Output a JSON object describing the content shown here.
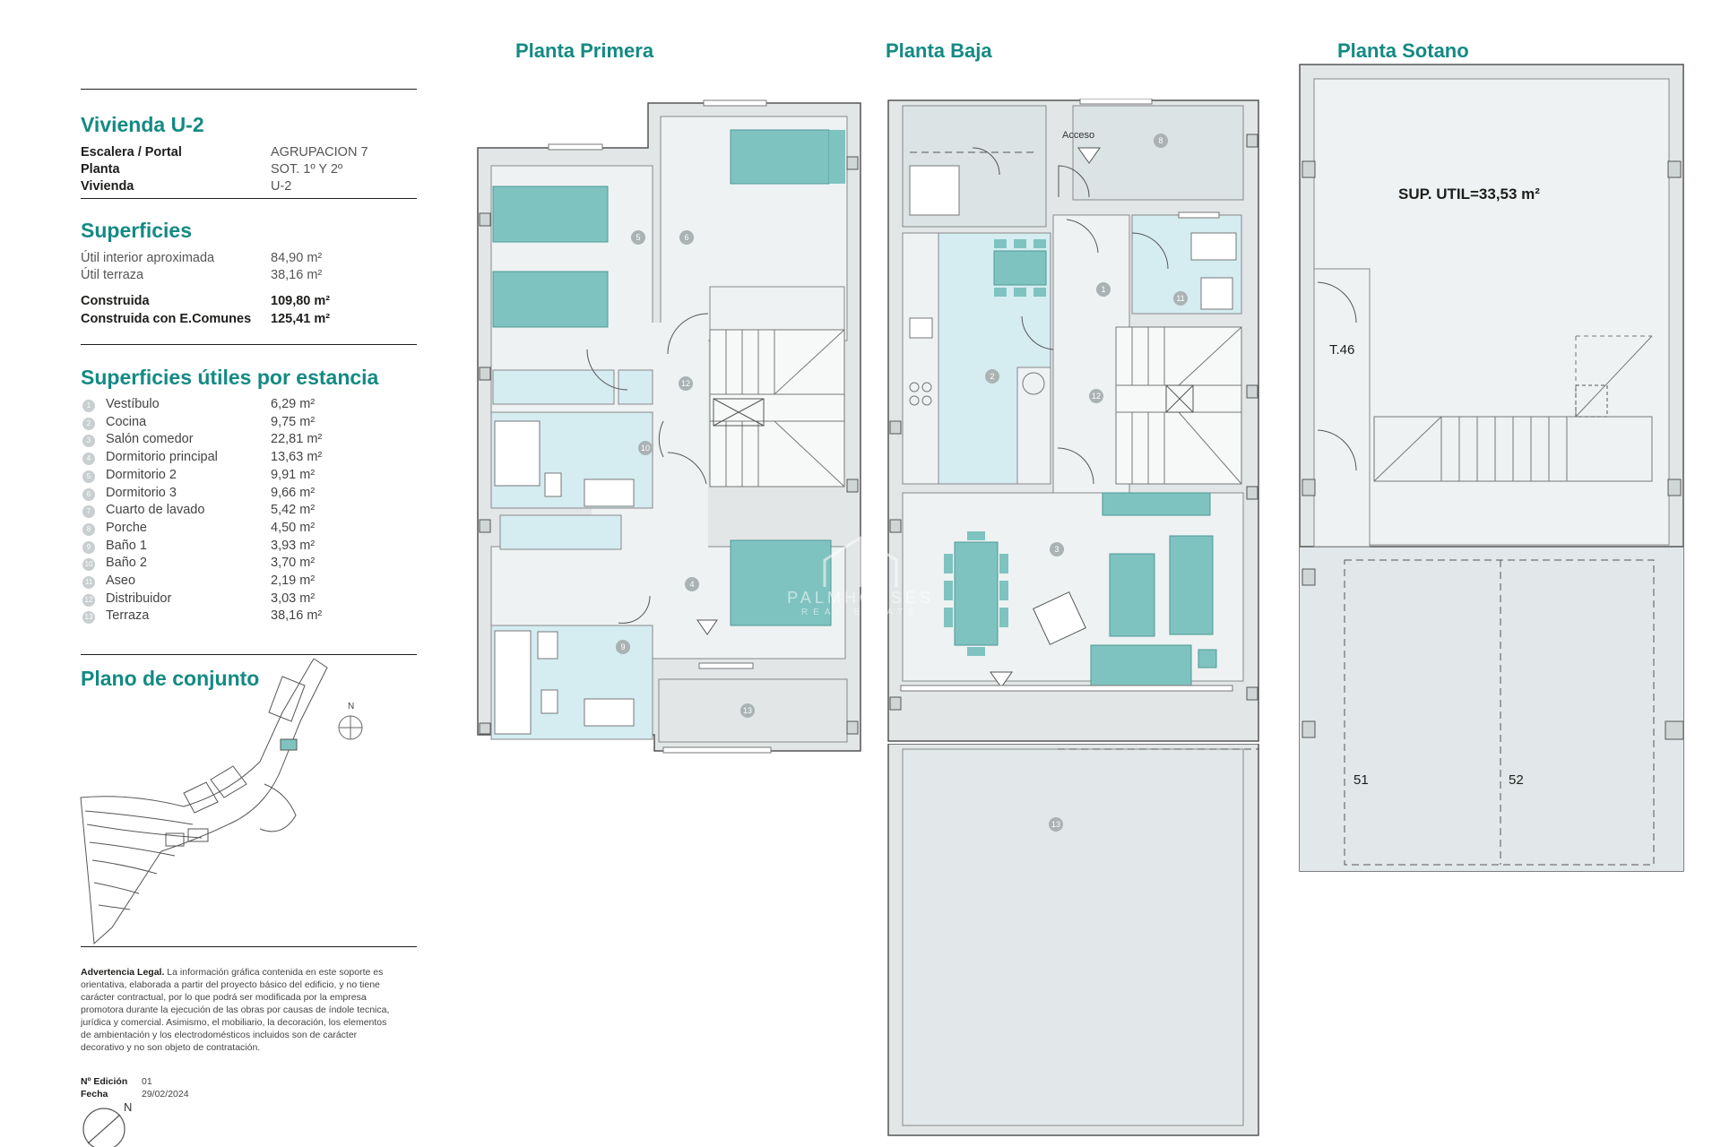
{
  "unit": {
    "title": "Vivienda U-2",
    "rows": [
      {
        "label": "Escalera / Portal",
        "value": "AGRUPACION 7"
      },
      {
        "label": "Planta",
        "value": "SOT. 1º Y 2º"
      },
      {
        "label": "Vivienda",
        "value": "U-2"
      }
    ]
  },
  "superficies": {
    "title": "Superficies",
    "rows": [
      {
        "label": "Útil interior aproximada",
        "value": "84,90 m²"
      },
      {
        "label": "Útil terraza",
        "value": "38,16 m²"
      }
    ],
    "bold_rows": [
      {
        "label": "Construida",
        "value": "109,80 m²"
      },
      {
        "label": "Construida con E.Comunes",
        "value": "125,41 m²"
      }
    ]
  },
  "estancias": {
    "title": "Superficies útiles por estancia",
    "rooms": [
      {
        "num": "1",
        "name": "Vestíbulo",
        "area": "6,29 m²"
      },
      {
        "num": "2",
        "name": "Cocina",
        "area": "9,75 m²"
      },
      {
        "num": "3",
        "name": "Salón comedor",
        "area": "22,81 m²"
      },
      {
        "num": "4",
        "name": "Dormitorio principal",
        "area": "13,63 m²"
      },
      {
        "num": "5",
        "name": "Dormitorio 2",
        "area": "9,91 m²"
      },
      {
        "num": "6",
        "name": "Dormitorio 3",
        "area": "9,66 m²"
      },
      {
        "num": "7",
        "name": "Cuarto de lavado",
        "area": "5,42 m²"
      },
      {
        "num": "8",
        "name": "Porche",
        "area": "4,50 m²"
      },
      {
        "num": "9",
        "name": "Baño 1",
        "area": "3,93 m²"
      },
      {
        "num": "10",
        "name": "Baño 2",
        "area": "3,70 m²"
      },
      {
        "num": "11",
        "name": "Aseo",
        "area": "2,19 m²"
      },
      {
        "num": "12",
        "name": "Distribuidor",
        "area": "3,03 m²"
      },
      {
        "num": "13",
        "name": "Terraza",
        "area": "38,16 m²"
      }
    ]
  },
  "conjunto": {
    "title": "Plano de conjunto",
    "north": "N"
  },
  "legal": {
    "label": "Advertencia Legal.",
    "text": "La información gráfica contenida en este soporte es orientativa, elaborada a partir del proyecto básico del edificio, y no tiene carácter contractual, por lo que podrá ser modificada por la empresa promotora durante la ejecución de las obras por causas de índole tecnica, jurídica y comercial. Asimismo, el mobiliario, la decoración, los elementos de ambientación y los electrodomésticos incluidos son de carácter decorativo y no son objeto de contratación."
  },
  "edition": {
    "label": "Nº Edición",
    "value": "01"
  },
  "date": {
    "label": "Fecha",
    "value": "29/02/2024"
  },
  "compass": {
    "north": "N"
  },
  "plans": {
    "primera": {
      "title": "Planta Primera",
      "labels": [
        "5",
        "6",
        "12",
        "10",
        "4",
        "9",
        "13"
      ]
    },
    "baja": {
      "title": "Planta Baja",
      "access": "Acceso",
      "labels": [
        "8",
        "1",
        "11",
        "2",
        "12",
        "3",
        "13"
      ]
    },
    "sotano": {
      "title": "Planta Sotano",
      "sup_util": "SUP. UTIL=33,53 m²",
      "storage": "T.46",
      "parking": [
        "51",
        "52"
      ]
    }
  },
  "watermark": {
    "brand": "PALMHOUSES",
    "sub": "REAL ESTATE"
  },
  "colors": {
    "accent": "#138a84",
    "furniture": "#7fc3c0",
    "room_fill": "#dbe5e7",
    "wet_fill": "#d5ecf1"
  }
}
